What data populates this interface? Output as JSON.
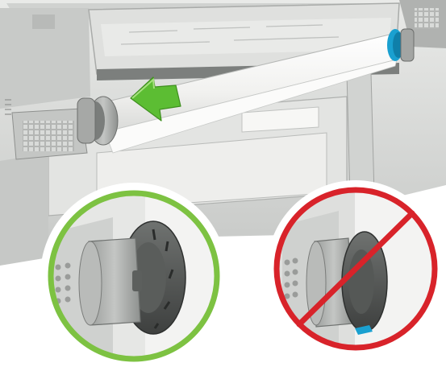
{
  "colors": {
    "correct_ring": "#7dc242",
    "incorrect_ring": "#d8232a",
    "arrow": "#5cbd33",
    "spindle_accent": "#1aa0d0",
    "printer_body": "#d6d8d6",
    "printer_dark": "#8a8d8a",
    "paper": "#f7f7f5"
  },
  "icons": {
    "direction": "arrow-left-icon",
    "correct": "check-circle-icon",
    "incorrect": "prohibited-circle-icon"
  },
  "callouts": [
    {
      "name": "correct-callout",
      "status": "correct",
      "ring": "green"
    },
    {
      "name": "incorrect-callout",
      "status": "incorrect",
      "ring": "red-with-slash"
    }
  ]
}
